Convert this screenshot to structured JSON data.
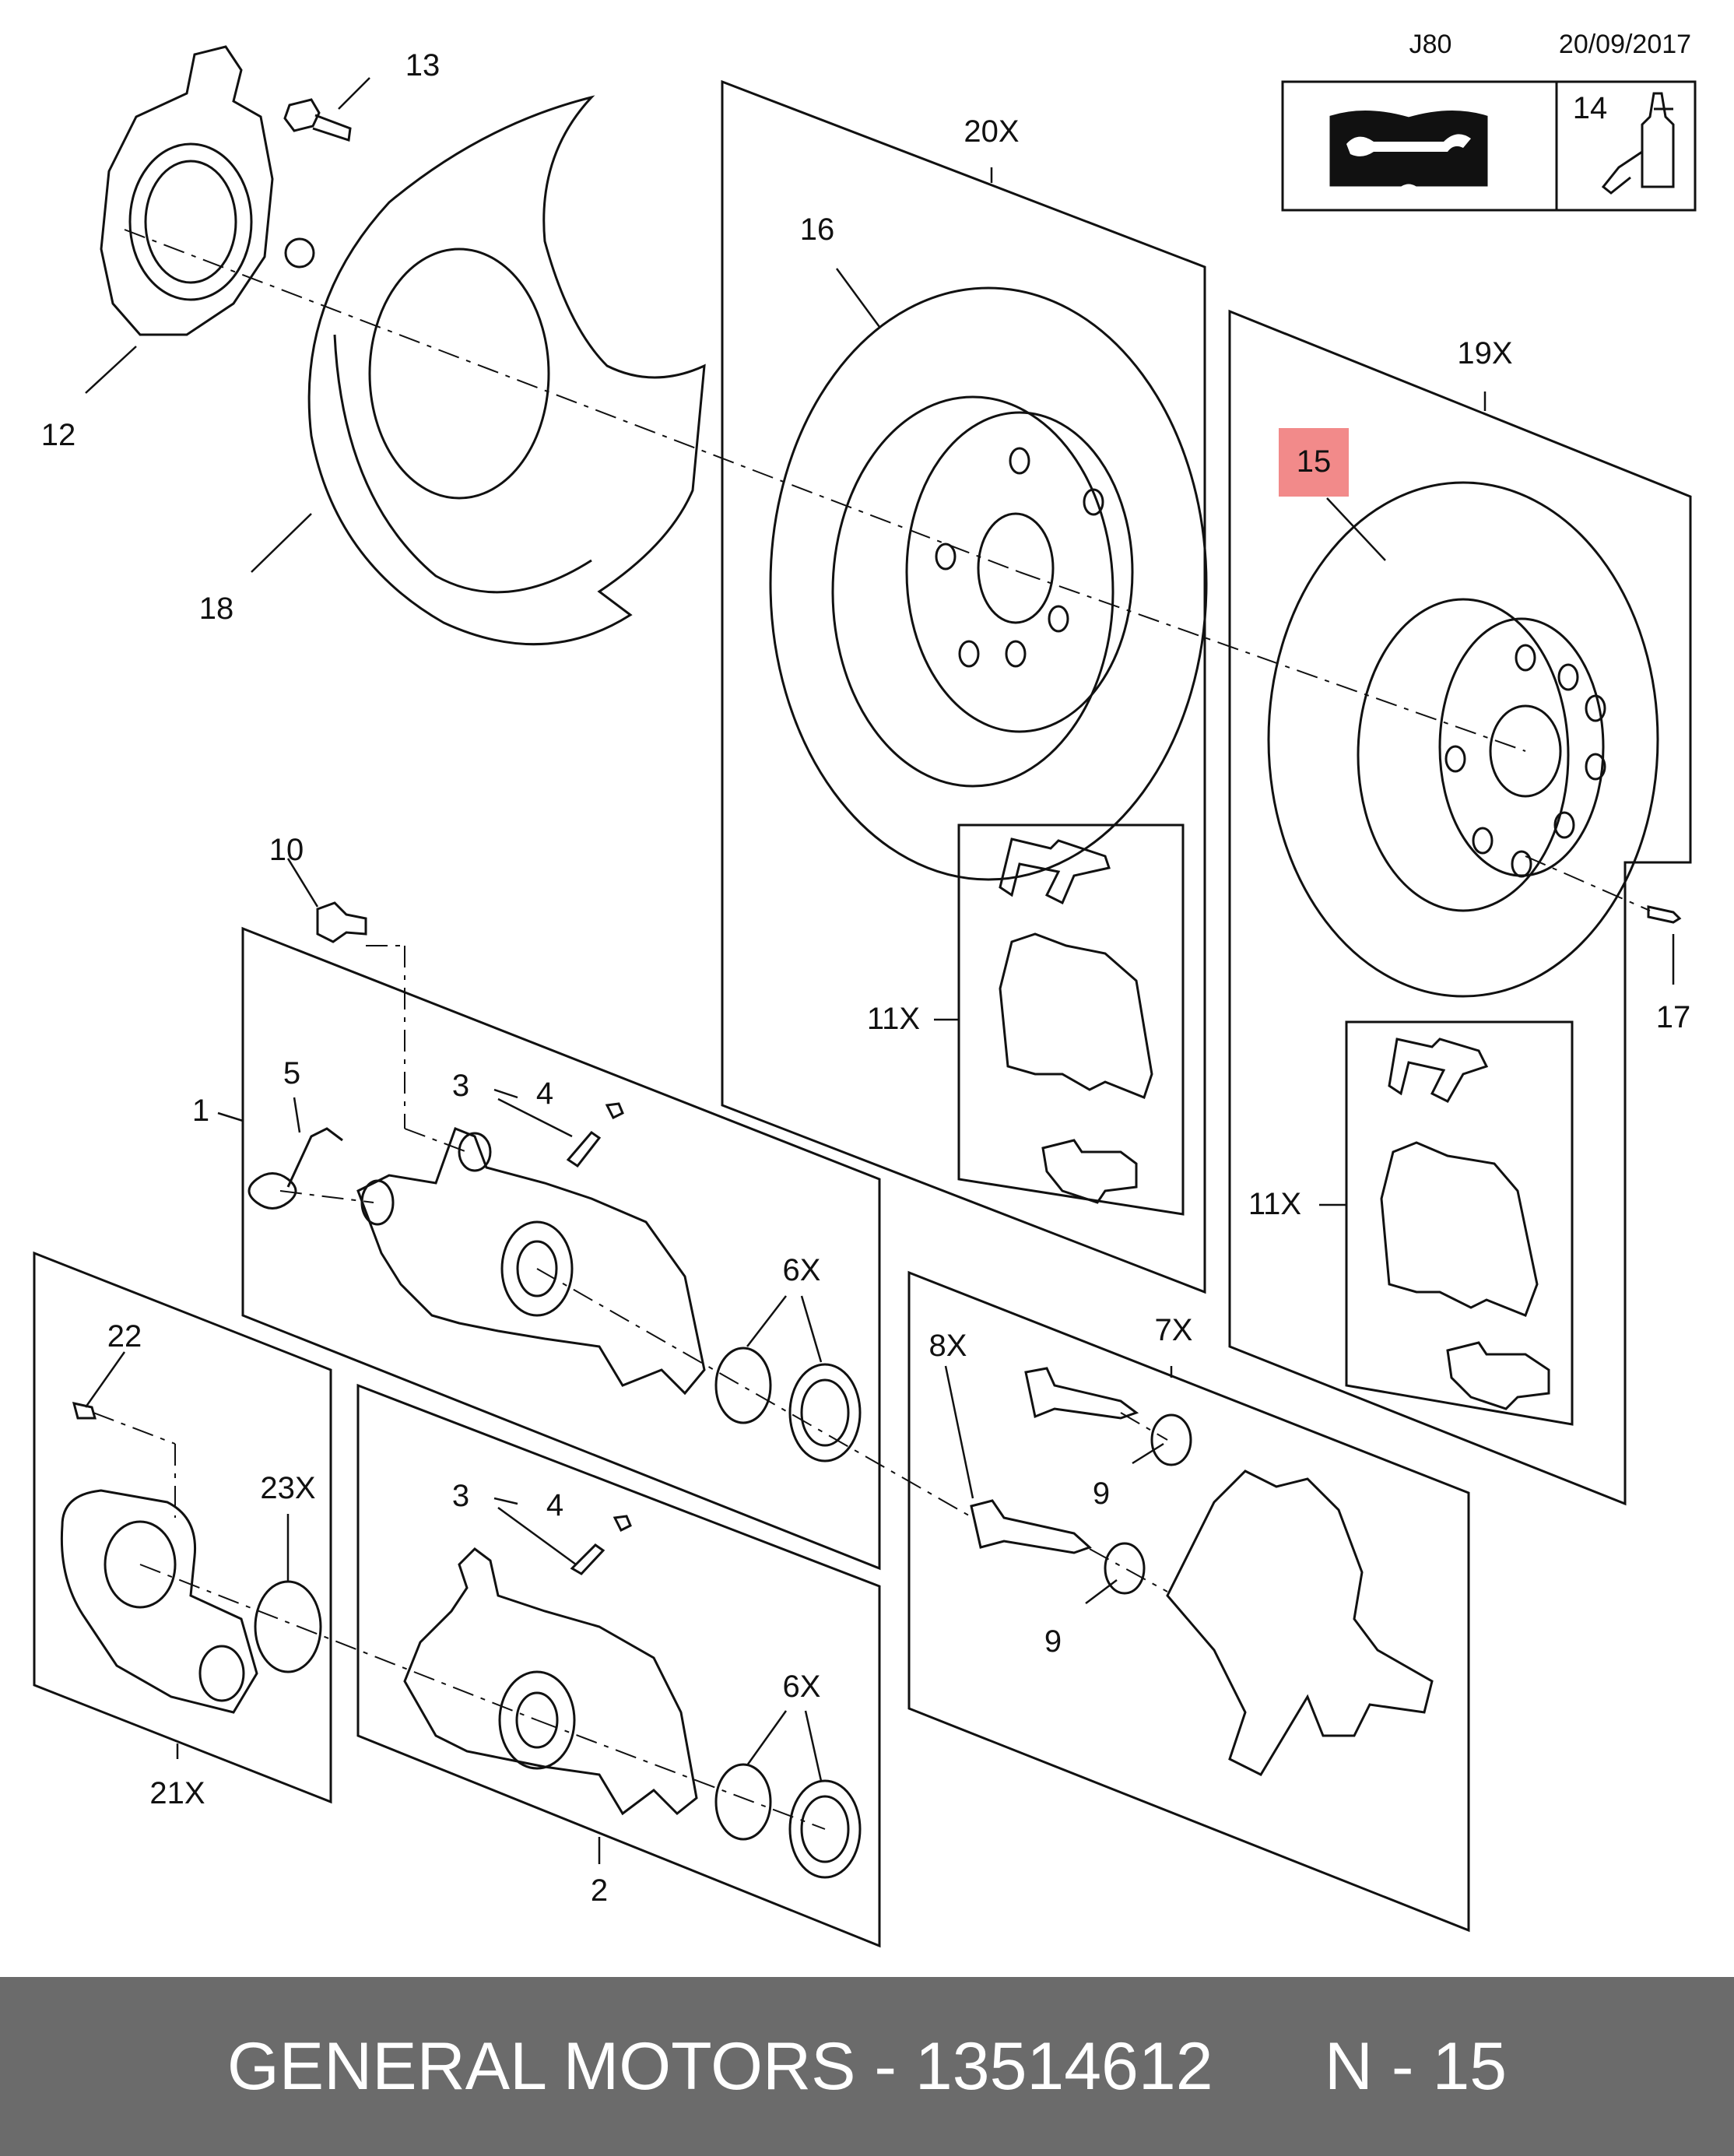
{
  "header": {
    "code": "J80",
    "date": "20/09/2017"
  },
  "legend_box": {
    "item_14": "14",
    "book_icon": "repair-manual-book-icon",
    "bottle_icon": "sealant-bottle-icon"
  },
  "callouts": {
    "c1": "1",
    "c2": "2",
    "c3a": "3",
    "c4a": "4",
    "c3b": "3",
    "c4b": "4",
    "c5": "5",
    "c6a": "6X",
    "c6b": "6X",
    "c7": "7X",
    "c8": "8X",
    "c9a": "9",
    "c9b": "9",
    "c10": "10",
    "c11a": "11X",
    "c11b": "11X",
    "c12": "12",
    "c13": "13",
    "c15": "15",
    "c16": "16",
    "c17": "17",
    "c18": "18",
    "c19": "19X",
    "c20": "20X",
    "c21": "21X",
    "c22": "22",
    "c23": "23X"
  },
  "highlight": {
    "part": "15",
    "color": "#f28a8a"
  },
  "footer": {
    "brand": "GENERAL MOTORS",
    "part_number": "13514612",
    "item": "N - 15"
  },
  "colors": {
    "footer_bg": "#6b6b6b",
    "footer_text": "#ffffff",
    "line": "#111111"
  }
}
